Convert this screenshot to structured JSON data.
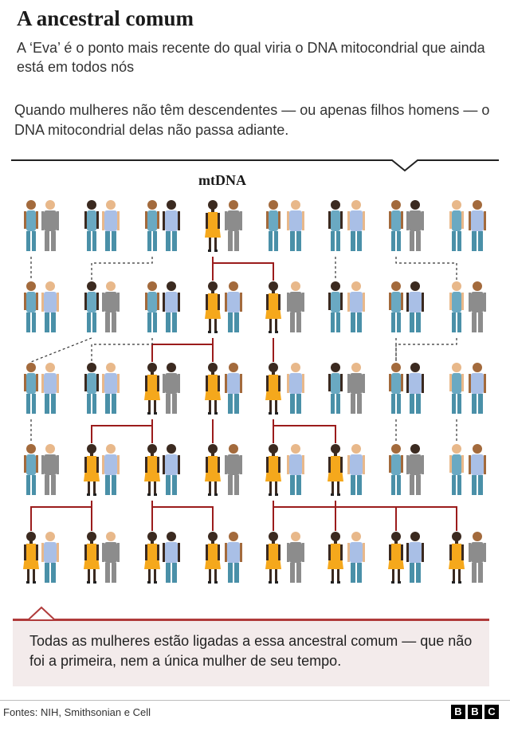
{
  "header": {
    "title": "A ancestral comum",
    "subtitle": "A ‘Eva’ é o ponto mais recente do qual viria o DNA mitocondrial que ainda está em todos nós"
  },
  "intro_text": "Quando mulheres não têm descendentes — ou apenas filhos homens — o DNA mitocondrial delas não passa adiante.",
  "diagram": {
    "label": "mtDNA",
    "colors": {
      "mtdna_female": "#f5a81c",
      "lineage_line": "#9b1c1c",
      "other_line": "#333333",
      "female_top": "#6aa9c2",
      "female_bottom": "#4a90a8",
      "male_top": "#a9bfe6",
      "male_gray": "#8c8c8c",
      "skin_dark": "#3b2a20",
      "skin_mid": "#a36a3c",
      "skin_light": "#e8b88a"
    }
  },
  "footer": {
    "text": "Todas as mulheres estão ligadas a essa ancestral comum — que não foi a primeira, nem a única mulher de seu tempo."
  },
  "source": "Fontes: NIH, Smithsonian e Cell",
  "brand": [
    "B",
    "B",
    "C"
  ]
}
